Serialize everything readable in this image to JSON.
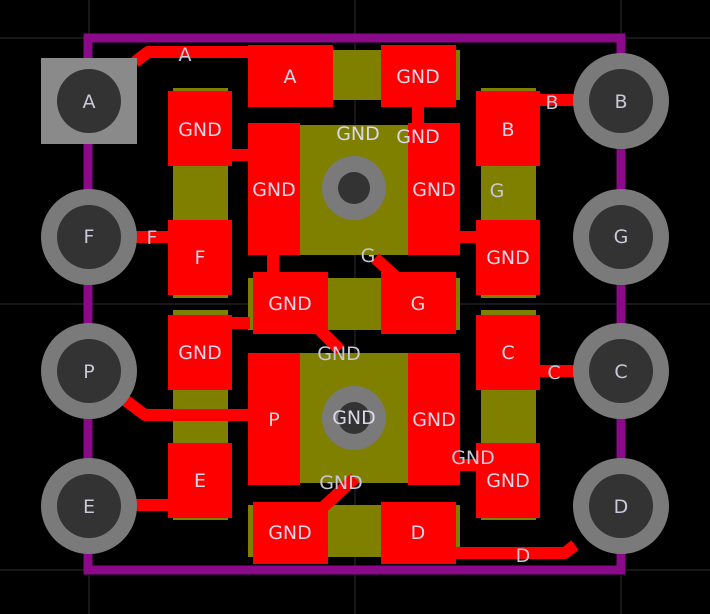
{
  "colors": {
    "background": "#000000",
    "grid": "#2e2e2e",
    "copper": "#ff0000",
    "body": "#7f7f00",
    "through_hole": "#7a7a7a",
    "square_pad": "#8a8a8a",
    "drill": "#333333",
    "outline": "#8a0a8a",
    "text": "#c8c8d8"
  },
  "pins": {
    "left": [
      "A",
      "F",
      "P",
      "E"
    ],
    "right": [
      "B",
      "G",
      "C",
      "D"
    ]
  },
  "pads": {
    "top_seg_a": "A",
    "top_seg_gnd": "GND",
    "upper_left_gnd": "GND",
    "upper_left_f": "F",
    "upper_right_b": "B",
    "upper_right_gnd": "GND",
    "upper_led_left": "GND",
    "upper_led_right": "GND",
    "upper_led_top": "GND",
    "upper_led_top_right": "GND",
    "mid_seg_gnd": "GND",
    "mid_seg_g": "G",
    "lower_left_gnd": "GND",
    "lower_left_e": "E",
    "lower_right_c": "C",
    "lower_right_gnd": "GND",
    "lower_led_left": "P",
    "lower_led_right": "GND",
    "lower_led_center": "GND",
    "bot_seg_gnd": "GND",
    "bot_seg_d": "D"
  },
  "nets": {
    "a": "A",
    "b": "B",
    "f": "F",
    "g_upper": "G",
    "g_net": "G",
    "gnd_mid": "GND",
    "c": "C",
    "gnd_lower": "GND",
    "gnd_bottom": "GND",
    "d": "D"
  }
}
